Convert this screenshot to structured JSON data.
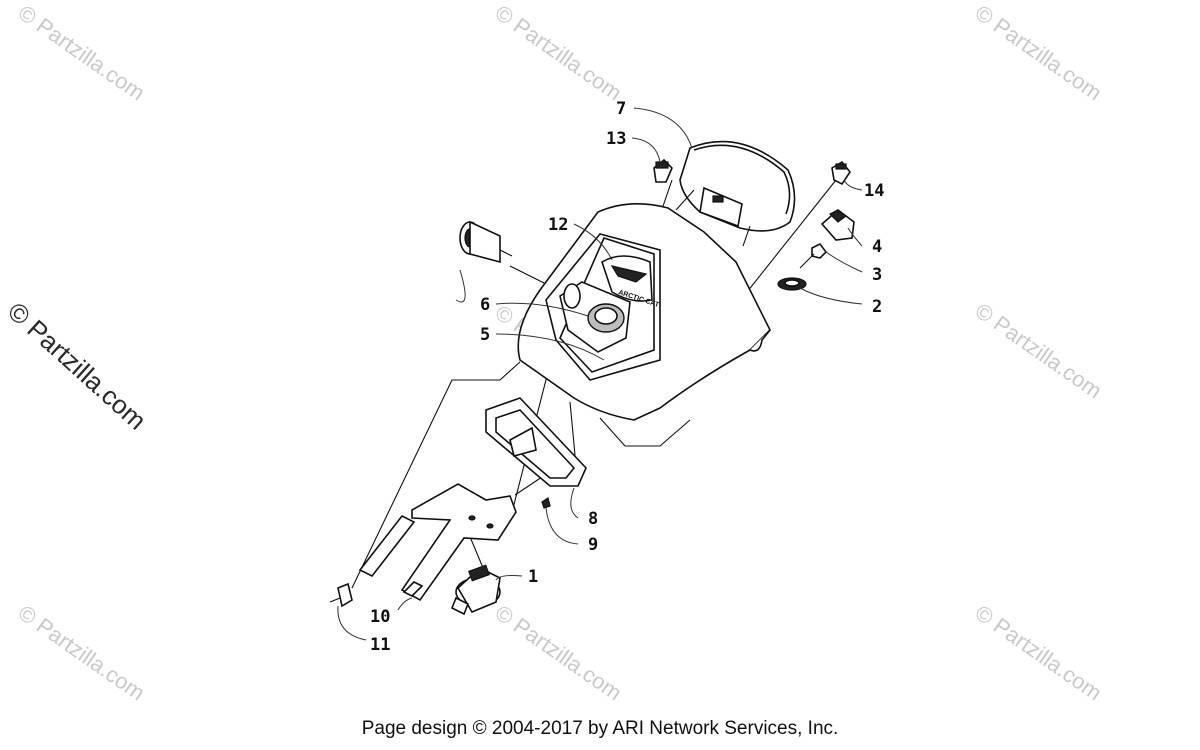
{
  "watermarks": {
    "repeated": "© Partzilla.com",
    "prominent": "© Partzilla.com"
  },
  "callouts": [
    "7",
    "13",
    "14",
    "12",
    "4",
    "3",
    "2",
    "6",
    "5",
    "8",
    "9",
    "1",
    "10",
    "11"
  ],
  "logo_text": "ARCTIC CAT",
  "footer": "Page design © 2004-2017 by ARI Network Services, Inc."
}
